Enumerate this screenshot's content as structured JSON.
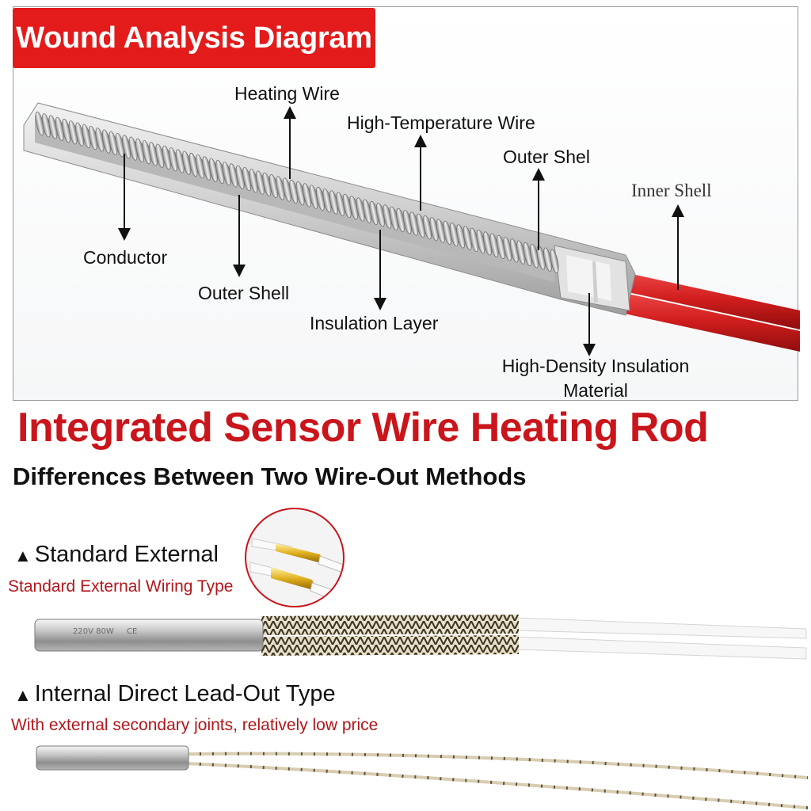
{
  "diagram": {
    "badge": "Wound Analysis Diagram",
    "labels": {
      "heating_wire": "Heating Wire",
      "high_temp_wire": "High-Temperature Wire",
      "outer_shel": "Outer Shel",
      "inner_shell": "Inner Shell",
      "conductor": "Conductor",
      "outer_shell": "Outer Shell",
      "insulation_layer": "Insulation Layer",
      "high_density_line1": "High-Density Insulation",
      "high_density_line2": "Material"
    },
    "colors": {
      "badge": "#e31b1b",
      "lead_wire": "#d01d1d",
      "tube": "#d9d9d9"
    }
  },
  "main_title": "Integrated Sensor Wire Heating Rod",
  "subtitle": "Differences Between Two Wire-Out Methods",
  "sections": [
    {
      "marker": "▲",
      "heading": "Standard External",
      "note": "Standard External Wiring Type",
      "rod_text_line1": "220V 80W",
      "rod_text_line2": "CE"
    },
    {
      "marker": "▲",
      "heading": "Internal Direct Lead-Out Type",
      "note": "With external secondary joints, relatively low price"
    }
  ],
  "colors": {
    "title_red": "#c9151b",
    "note_red": "#b3161b"
  }
}
